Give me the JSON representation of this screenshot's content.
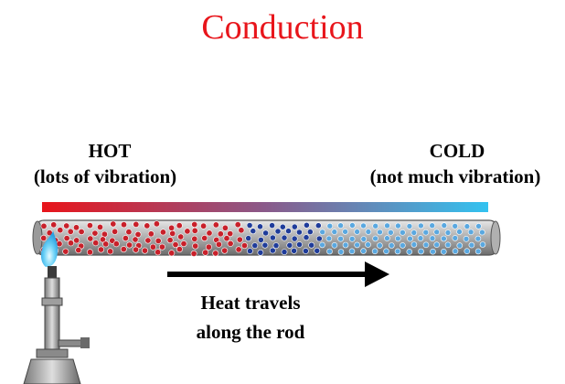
{
  "title": "Conduction",
  "labels": {
    "hot": "HOT",
    "hot_sub": "(lots of vibration)",
    "cold": "COLD",
    "cold_sub": "(not much vibration)",
    "arrow_line1": "Heat travels",
    "arrow_line2": "along the rod"
  },
  "colors": {
    "title": "#e8151b",
    "hot": "#e8151b",
    "cold": "#33c2f0",
    "hot_particle": "#c8202a",
    "mid_particle": "#1f3c9a",
    "cold_particle": "#5aa8e0",
    "flame": "#4fc3f7"
  },
  "icons": {
    "heat_source": "bunsen-burner-icon",
    "direction": "right-arrow-icon"
  }
}
